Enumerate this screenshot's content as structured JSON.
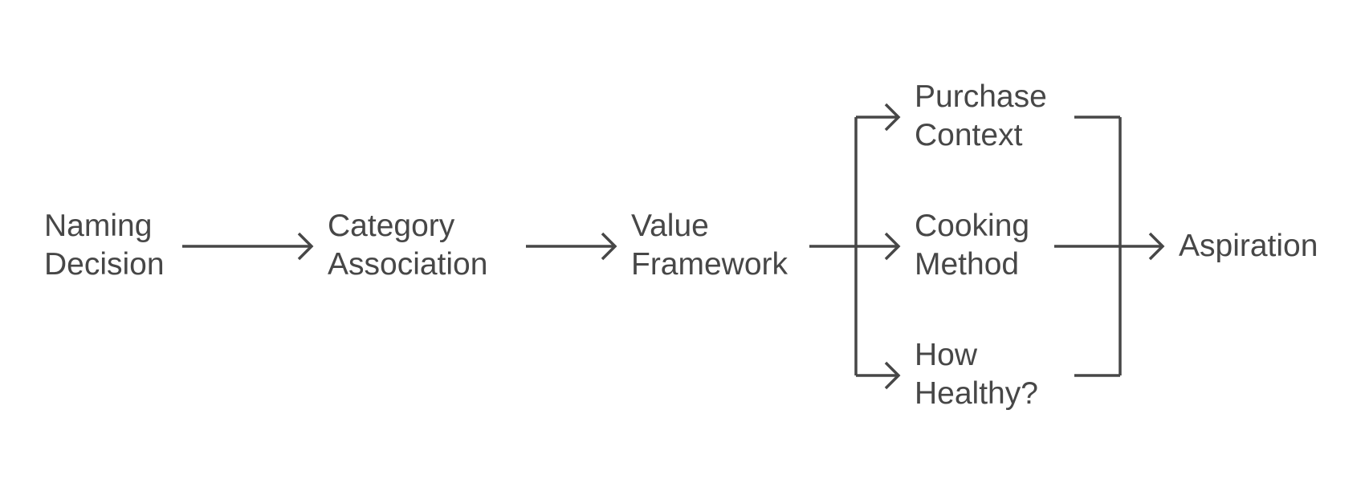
{
  "diagram": {
    "colors": {
      "text": "#474747",
      "line": "#474747",
      "background": "#ffffff"
    },
    "nodes": {
      "naming_decision": {
        "line1": "Naming",
        "line2": "Decision"
      },
      "category_association": {
        "line1": "Category",
        "line2": "Association"
      },
      "value_framework": {
        "line1": "Value",
        "line2": "Framework"
      },
      "purchase_context": {
        "line1": "Purchase",
        "line2": "Context"
      },
      "cooking_method": {
        "line1": "Cooking",
        "line2": "Method"
      },
      "how_healthy": {
        "line1": "How",
        "line2": "Healthy?"
      },
      "aspiration": {
        "line1": "Aspiration"
      }
    },
    "edges": [
      {
        "from": "Naming Decision",
        "to": "Category Association"
      },
      {
        "from": "Category Association",
        "to": "Value Framework"
      },
      {
        "from": "Value Framework",
        "to": "Purchase Context"
      },
      {
        "from": "Value Framework",
        "to": "Cooking Method"
      },
      {
        "from": "Value Framework",
        "to": "How Healthy?"
      },
      {
        "from": "Purchase Context",
        "to": "Aspiration"
      },
      {
        "from": "Cooking Method",
        "to": "Aspiration"
      },
      {
        "from": "How Healthy?",
        "to": "Aspiration"
      }
    ]
  }
}
